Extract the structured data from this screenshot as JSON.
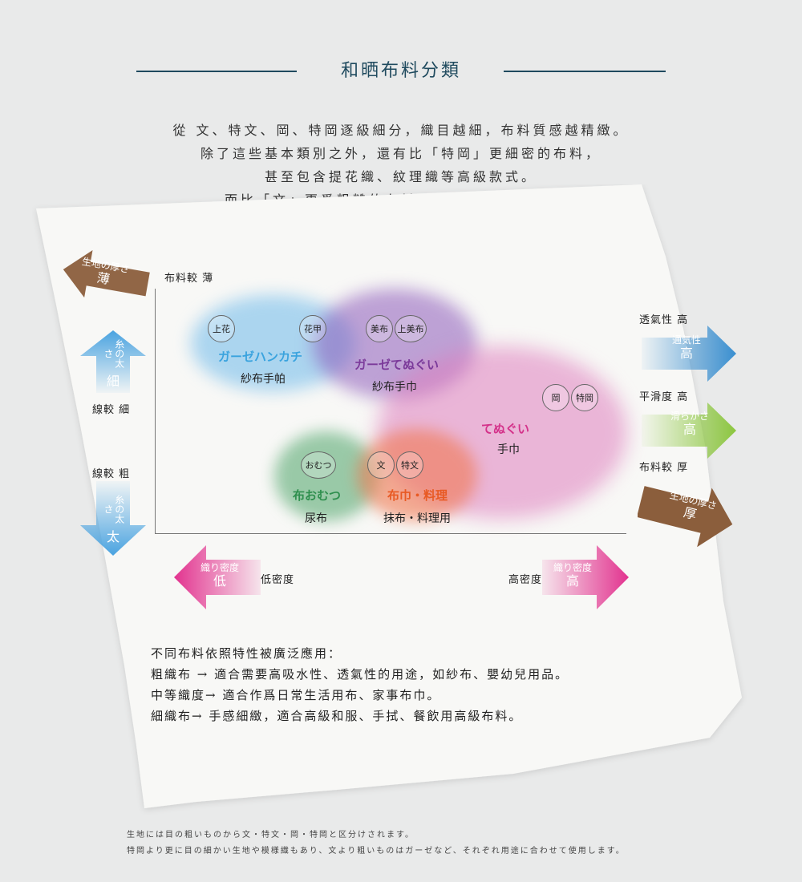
{
  "title": "和晒布料分類",
  "intro": [
    "從 文、特文、岡、特岡逐級細分，織目越細，布料質感越精緻。",
    "除了這些基本類別之外，還有比「特岡」更細密的布料，",
    "甚至包含提花織、紋理織等高級款式。",
    "而比「文」更爲粗糙的布料，則常被用於紗布類。"
  ],
  "axis": {
    "top_left": "布料較 薄",
    "thread_fine": "線較 細",
    "thread_thick": "線較 粗",
    "low_density": "低密度",
    "high_density": "高密度",
    "breathability_high": "透氣性 高",
    "smoothness_high": "平滑度 高",
    "fabric_thick": "布料較 厚"
  },
  "arrows": {
    "thin": {
      "line1": "生地の厚さ",
      "line2": "薄",
      "color": "#8b5e3c"
    },
    "fine": {
      "line1": "糸の太さ",
      "line2": "細",
      "color": "#4aa3e0"
    },
    "thick_thread": {
      "line1": "糸の太さ",
      "line2": "太",
      "color": "#4aa3e0"
    },
    "low": {
      "line1": "織り密度",
      "line2": "低",
      "color": "#e2338f"
    },
    "high": {
      "line1": "織り密度",
      "line2": "高",
      "color": "#e2338f"
    },
    "breath": {
      "line1": "通気性",
      "line2": "高",
      "color": "#3a8fd0"
    },
    "smooth": {
      "line1": "滑らかさ",
      "line2": "高",
      "color": "#8cc63f"
    },
    "thick": {
      "line1": "生地の厚さ",
      "line2": "厚",
      "color": "#8b5e3c"
    }
  },
  "groups": [
    {
      "jp": "ガーゼハンカチ",
      "zh": "紗布手帕",
      "color": "#3aa3de",
      "chips": [
        "上花",
        "花甲"
      ]
    },
    {
      "jp": "ガーゼてぬぐい",
      "zh": "紗布手巾",
      "color": "#7b3a9a",
      "chips": [
        "美布",
        "上美布"
      ]
    },
    {
      "jp": "てぬぐい",
      "zh": "手巾",
      "color": "#d4328a",
      "chips": [
        "岡",
        "特岡"
      ]
    },
    {
      "jp": "布おむつ",
      "zh": "尿布",
      "color": "#2f8f4e",
      "chips": [
        "おむつ"
      ]
    },
    {
      "jp": "布巾・料理",
      "zh": "抹布・料理用",
      "color": "#e85a24",
      "chips": [
        "文",
        "特文"
      ]
    }
  ],
  "usage": [
    "不同布料依照特性被廣泛應用：",
    "粗織布 → 適合需要高吸水性、透氣性的用途，如紗布、嬰幼兒用品。",
    "中等織度→ 適合作爲日常生活用布、家事布巾。",
    "細織布→ 手感細緻，適合高級和服、手拭、餐飲用高級布料。"
  ],
  "footnote": [
    "生地には目の粗いものから文・特文・岡・特岡と区分けされます。",
    "特岡より更に目の細かい生地や模様織もあり、文より粗いものはガーゼなど、それぞれ用途に合わせて使用します。"
  ]
}
